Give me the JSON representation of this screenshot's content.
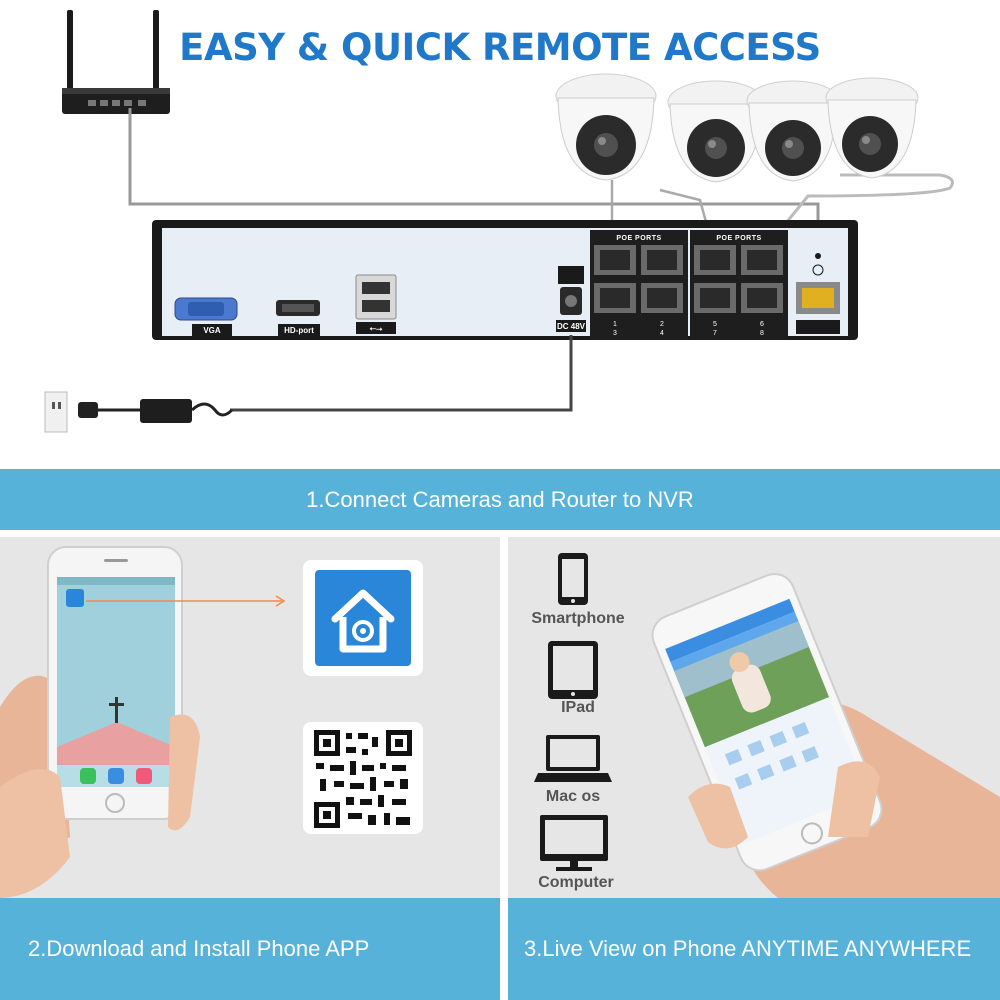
{
  "headline": "EASY & QUICK REMOTE ACCESS",
  "steps": {
    "step1": "1.Connect Cameras and Router to NVR",
    "step2": "2.Download and Install Phone APP",
    "step3": "3.Live View on Phone ANYTIME ANYWHERE"
  },
  "nvr": {
    "vga_label": "VGA",
    "hdmi_label": "HD-port",
    "usb_symbol": "⭠⭢",
    "dc_label": "DC 48V",
    "poe_group_1": "POE PORTS",
    "poe_group_2": "POE PORTS",
    "port_numbers_top": [
      "1",
      "2",
      "5",
      "6"
    ],
    "port_numbers_bottom": [
      "3",
      "4",
      "7",
      "8"
    ]
  },
  "devices": [
    "Smartphone",
    "IPad",
    "Mac os",
    "Computer"
  ],
  "colors": {
    "headline": "#1f78c8",
    "band": "#56b2d8",
    "panel": "#e6e6e6",
    "app_icon": "#2a86d8"
  }
}
